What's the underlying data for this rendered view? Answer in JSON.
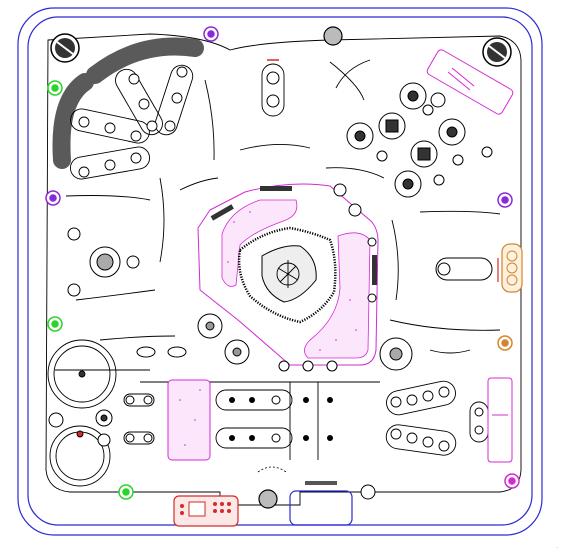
{
  "colors": {
    "line": "#000000",
    "shell": "#2a2ad4",
    "magenta": "#d42ad4",
    "purple": "#8a2ad4",
    "green": "#2ad42a",
    "orange": "#d4842a",
    "red": "#d42a2a",
    "dark": "#5a5a5a"
  },
  "lights": {
    "purple": [
      "top-center",
      "left-middle",
      "right-middle"
    ],
    "green": [
      "left-upper",
      "left-lower",
      "bottom-left"
    ],
    "magenta": [
      "bottom-right"
    ],
    "orange": [
      "right-lower",
      "right-controls"
    ]
  },
  "controls": {
    "main_panel": "control-panel",
    "auxiliary": "aux-panel"
  },
  "icons": {
    "jet": "jet-icon",
    "large_jet": "rotary-jet-icon",
    "valve": "diverter-valve-icon",
    "filter": "filter-icon",
    "light": "led-light-icon",
    "drain": "drain-icon",
    "pillow": "headrest-icon",
    "waterfall": "waterfall-icon",
    "air_control": "air-control-icon"
  }
}
